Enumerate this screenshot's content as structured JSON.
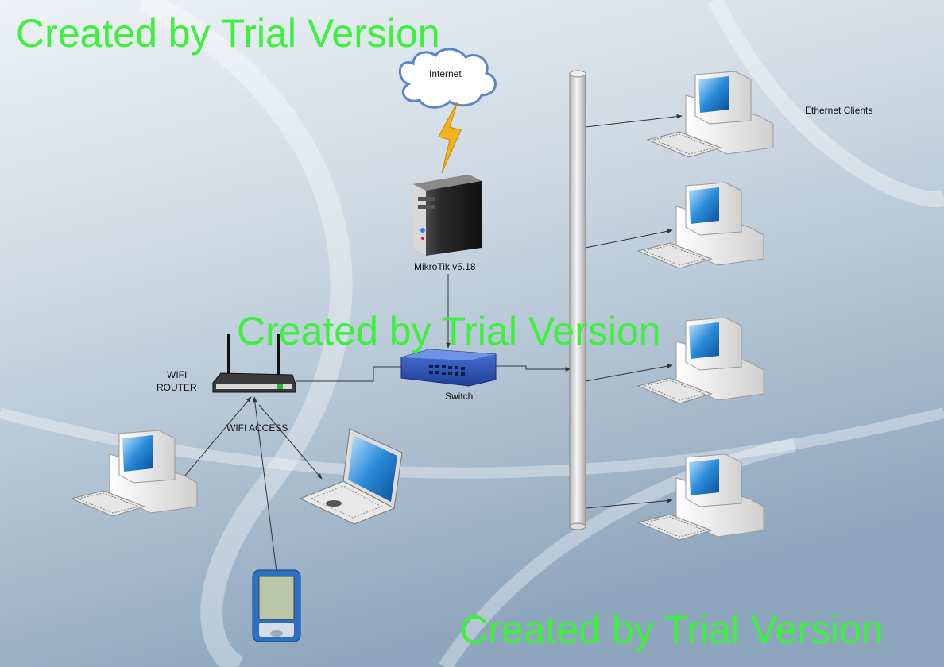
{
  "diagram": {
    "cloud_label": "Internet",
    "server_label": "MikroTik v5.18",
    "switch_label": "Switch",
    "router_label_line1": "WIFI",
    "router_label_line2": "ROUTER",
    "wifi_access_label": "WIFI ACCESS",
    "ethernet_clients_label": "Ethernet Clients"
  },
  "watermark": {
    "text": "Created by Trial Version"
  },
  "colors": {
    "background_light": "#e8eef3",
    "background_dark": "#8fa8bf",
    "watermark": "#3cf03c",
    "switch_blue": "#2a4fb0",
    "bolt": "#f2b320"
  }
}
